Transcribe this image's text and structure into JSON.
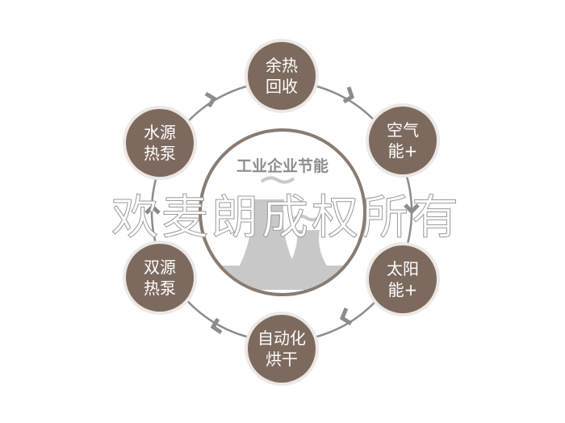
{
  "diagram": {
    "center": {
      "title": "工业企业节能",
      "icon": "factory-cooling-towers-icon"
    },
    "nodes": [
      {
        "id": "waste-heat-recovery",
        "line1": "余热",
        "line2": "回收"
      },
      {
        "id": "air-source",
        "line1": "空气",
        "line2": "能+"
      },
      {
        "id": "solar",
        "line1": "太阳",
        "line2": "能+"
      },
      {
        "id": "auto-drying",
        "line1": "自动化",
        "line2": "烘干"
      },
      {
        "id": "dual-source-heat-pump",
        "line1": "双源",
        "line2": "热泵"
      },
      {
        "id": "water-source-heat-pump",
        "line1": "水源",
        "line2": "热泵"
      }
    ],
    "flow_direction": "clockwise",
    "colors": {
      "node_fill": "#7d6a5e",
      "node_halo": "#ece8e5",
      "center_ring": "#8a7b70",
      "arc_line": "#8c8c8c",
      "arrow": "#8c8c8c",
      "tower_fill": "#c8c8c8",
      "title_text": "#8d8d8d"
    }
  },
  "watermark": "欢麦朗成权所有"
}
